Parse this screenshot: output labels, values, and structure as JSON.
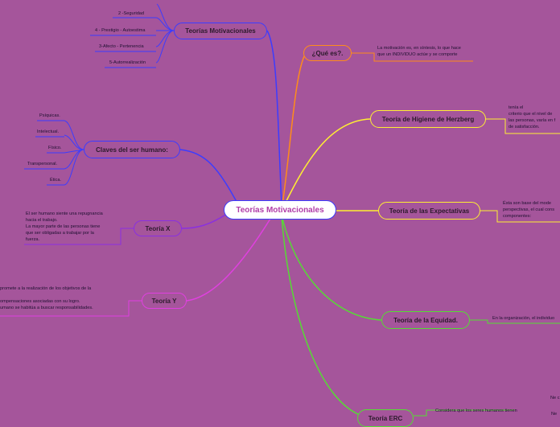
{
  "central": "Teorías Motivacionales",
  "colors": {
    "background": "#a5559b",
    "blue": "#3c3cff",
    "orange": "#ff8c1a",
    "yellow": "#ffee33",
    "green": "#55dd33",
    "magenta": "#e040e0",
    "violet": "#8a30e0"
  },
  "right": {
    "que_es": {
      "title": "¿Qué es?.",
      "text": "La motivación es, en síntesis, lo que hace\nque un INDIVIDUO actúe y se comporte"
    },
    "herzberg": {
      "title": "Teoría de Higiene de Herzberg",
      "text": "tenía el\ncriterio que el nivel de\nlas personas, varía en f\nde satisfacción."
    },
    "expectativas": {
      "title": "Teoría de las Expectativas",
      "text": "Ésta son base del mode\nperspectivas, el cual cons\ncomponentes:"
    },
    "equidad": {
      "title": "Teoría de la Equidad.",
      "text": "En la organización, el individuo"
    },
    "erc": {
      "title": "Teoría ERC",
      "text": "Considera que los seres humanos tienen",
      "extra1": "Ne c",
      "extra2": "Ne"
    }
  },
  "left": {
    "motivacionales": {
      "title": "Teorías Motivacionales",
      "items": [
        "2 -Seguridad",
        "4 - Prestigio - Autoestima",
        "3-Afecto - Pertenencia",
        "5-Autorrealización"
      ]
    },
    "claves": {
      "title": "Claves del ser humano:",
      "items": [
        "Psíquicas.",
        "Intelectual.",
        "Físico.",
        "Transpersonal.",
        "Ética."
      ]
    },
    "teoria_x": {
      "title": "Teoría X",
      "text": "El ser humano siente una repugnancia\nhacia el trabajo.\nLa mayor parte de las personas tiene\nque ser obligadas a trabajar por la\nfuerza."
    },
    "teoria_y": {
      "title": "Teoría Y",
      "text": "promete a la realización de los objetivos de la\n\nompensaciones asociadas con su logro.\numano se habitúa a buscar responsabilidades."
    }
  }
}
